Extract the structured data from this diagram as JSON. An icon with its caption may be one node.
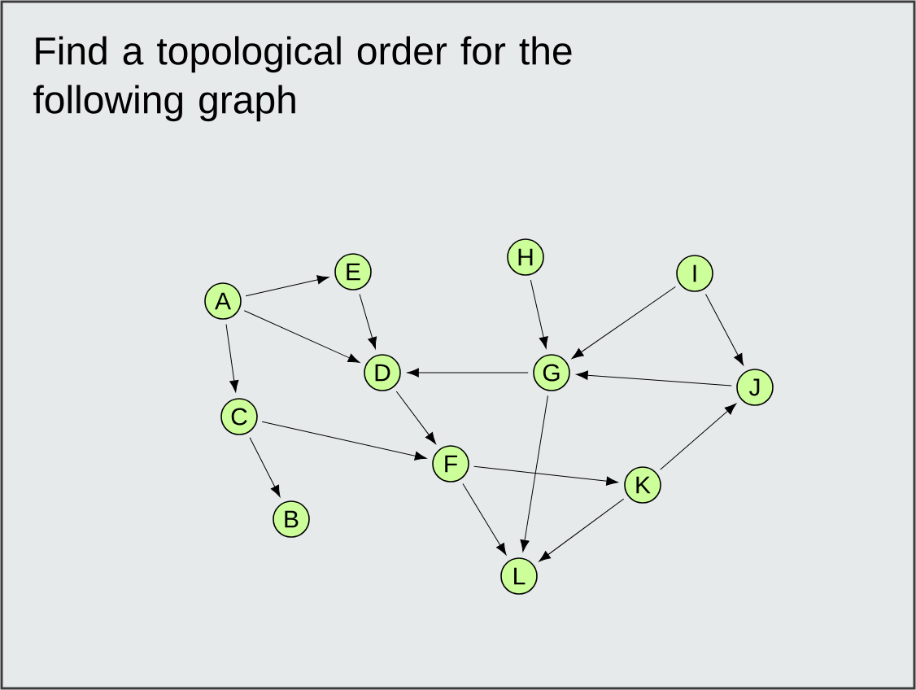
{
  "diagram": {
    "title": "Find a topological order for the following graph",
    "nodes": [
      {
        "text": [
          "A"
        ]
      },
      {
        "text": [
          "B"
        ]
      },
      {
        "text": [
          "C"
        ]
      },
      {
        "text": [
          "D"
        ]
      },
      {
        "text": [
          "E"
        ]
      },
      {
        "text": [
          "F"
        ]
      },
      {
        "text": [
          "G"
        ]
      },
      {
        "text": [
          "H"
        ]
      },
      {
        "text": [
          "I"
        ]
      },
      {
        "text": [
          "J"
        ]
      },
      {
        "text": [
          "K"
        ]
      },
      {
        "text": [
          "L"
        ]
      }
    ],
    "edges": [
      {
        "from": 0,
        "to": 4,
        "arrow": "to"
      },
      {
        "from": 0,
        "to": 3,
        "arrow": "to"
      },
      {
        "from": 0,
        "to": 2,
        "arrow": "to"
      },
      {
        "from": 4,
        "to": 3,
        "arrow": "to"
      },
      {
        "from": 6,
        "to": 3,
        "arrow": "to"
      },
      {
        "from": 3,
        "to": 5,
        "arrow": "to"
      },
      {
        "from": 2,
        "to": 5,
        "arrow": "to"
      },
      {
        "from": 2,
        "to": 1,
        "arrow": "to"
      },
      {
        "from": 7,
        "to": 6,
        "arrow": "to"
      },
      {
        "from": 8,
        "to": 6,
        "arrow": "to"
      },
      {
        "from": 8,
        "to": 9,
        "arrow": "to"
      },
      {
        "from": 9,
        "to": 6,
        "arrow": "to"
      },
      {
        "from": 6,
        "to": 11,
        "arrow": "to"
      },
      {
        "from": 5,
        "to": 10,
        "arrow": "to"
      },
      {
        "from": 5,
        "to": 11,
        "arrow": "to"
      },
      {
        "from": 10,
        "to": 9,
        "arrow": "to"
      },
      {
        "from": 10,
        "to": 11,
        "arrow": "to"
      }
    ]
  }
}
